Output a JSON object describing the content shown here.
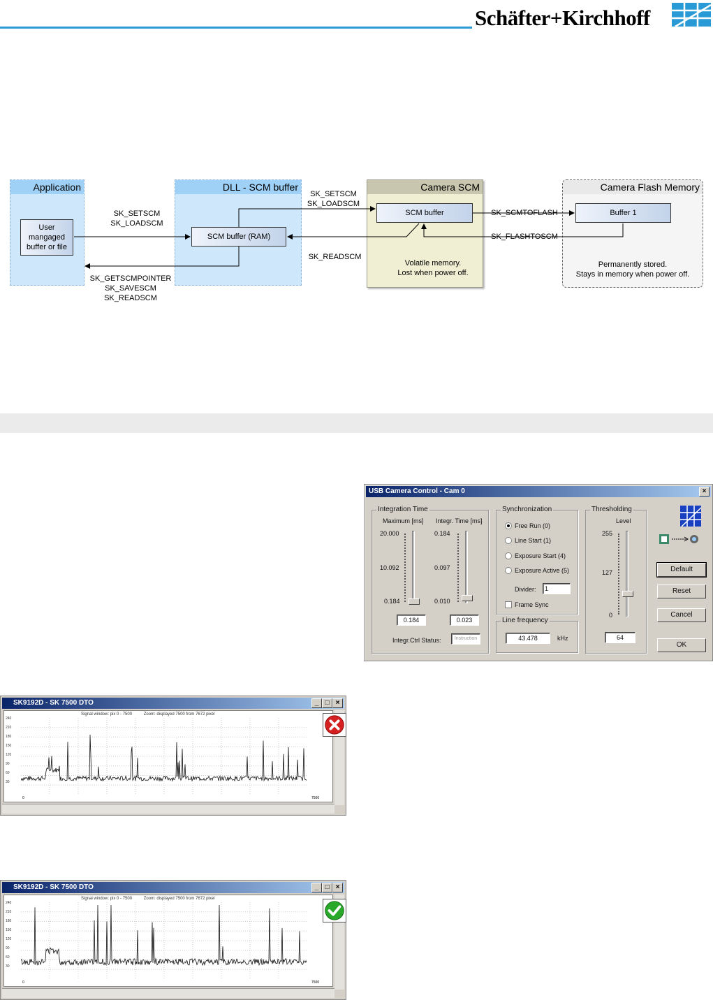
{
  "header": {
    "brand": "Schäfter+Kirchhoff",
    "logo": "sk-grid-logo"
  },
  "diagram": {
    "application": {
      "title": "Application",
      "box": "User\nmangaged\nbuffer or file"
    },
    "dll": {
      "title": "DLL - SCM buffer",
      "box": "SCM buffer (RAM)"
    },
    "camera_scm": {
      "title": "Camera SCM",
      "box": "SCM buffer",
      "note": "Volatile memory.\nLost when power off."
    },
    "flash": {
      "title": "Camera Flash Memory",
      "box": "Buffer 1",
      "note": "Permanently stored.\nStays in memory when power off."
    },
    "labels": {
      "app_to_dll": "SK_SETSCM\nSK_LOADSCM",
      "dll_to_app": "SK_GETSCMPOINTER\nSK_SAVESCM\nSK_READSCM",
      "dll_to_cam": "SK_SETSCM\nSK_LOADSCM",
      "cam_to_dll": "SK_READSCM",
      "to_flash": "SK_SCMTOFLASH",
      "from_flash": "SK_FLASHTOSCM"
    }
  },
  "dialog": {
    "title": "USB Camera Control - Cam 0",
    "close": "×",
    "integration": {
      "group": "Integration Time",
      "max_label": "Maximum [ms]",
      "integr_label": "Integr. Time [ms]",
      "max_ticks": [
        "20.000",
        "10.092",
        "0.184"
      ],
      "integr_ticks": [
        "0.184",
        "0.097",
        "0.010"
      ],
      "max_value": "0.184",
      "integr_value": "0.023",
      "status_label": "Integr.Ctrl Status:",
      "status_value": "Instruction"
    },
    "sync": {
      "group": "Synchronization",
      "options": [
        "Free Run (0)",
        "Line Start (1)",
        "Exposure Start (4)",
        "Exposure Active (5)"
      ],
      "selected": 0,
      "divider_label": "Divider:",
      "divider_value": "1",
      "frame_sync": "Frame Sync"
    },
    "line_freq": {
      "group": "Line frequency",
      "value": "43.478",
      "unit": "kHz"
    },
    "threshold": {
      "group": "Thresholding",
      "level_label": "Level",
      "ticks": [
        "255",
        "127",
        "0"
      ],
      "value": "64"
    },
    "buttons": {
      "default": "Default",
      "reset": "Reset",
      "cancel": "Cancel",
      "ok": "OK"
    },
    "icons": {
      "logo": "sk-grid-logo",
      "transfer": "camera-transfer-icon"
    }
  },
  "plot_windows": [
    {
      "title": "SK9192D - SK 7500 DTO",
      "info": "Signal window: pix 0 - 7500          Zoom: displayed 7500 from 7672 pixel",
      "yticks": [
        "240",
        "210",
        "180",
        "150",
        "120",
        "90",
        "60",
        "30"
      ],
      "xticks": [
        "0",
        "7500"
      ],
      "status": "error-icon",
      "seed": 7
    },
    {
      "title": "SK9192D - SK 7500 DTO",
      "info": "Signal window: pix 0 - 7500          Zoom: displayed 7500 from 7672 pixel",
      "yticks": [
        "240",
        "210",
        "180",
        "150",
        "120",
        "90",
        "60",
        "30"
      ],
      "xticks": [
        "0",
        "7500"
      ],
      "status": "check-icon",
      "seed": 13
    }
  ],
  "colors": {
    "accent": "#2a9ad6",
    "blue_box": "#cfe7fb",
    "scm_box": "#f1efd3"
  }
}
